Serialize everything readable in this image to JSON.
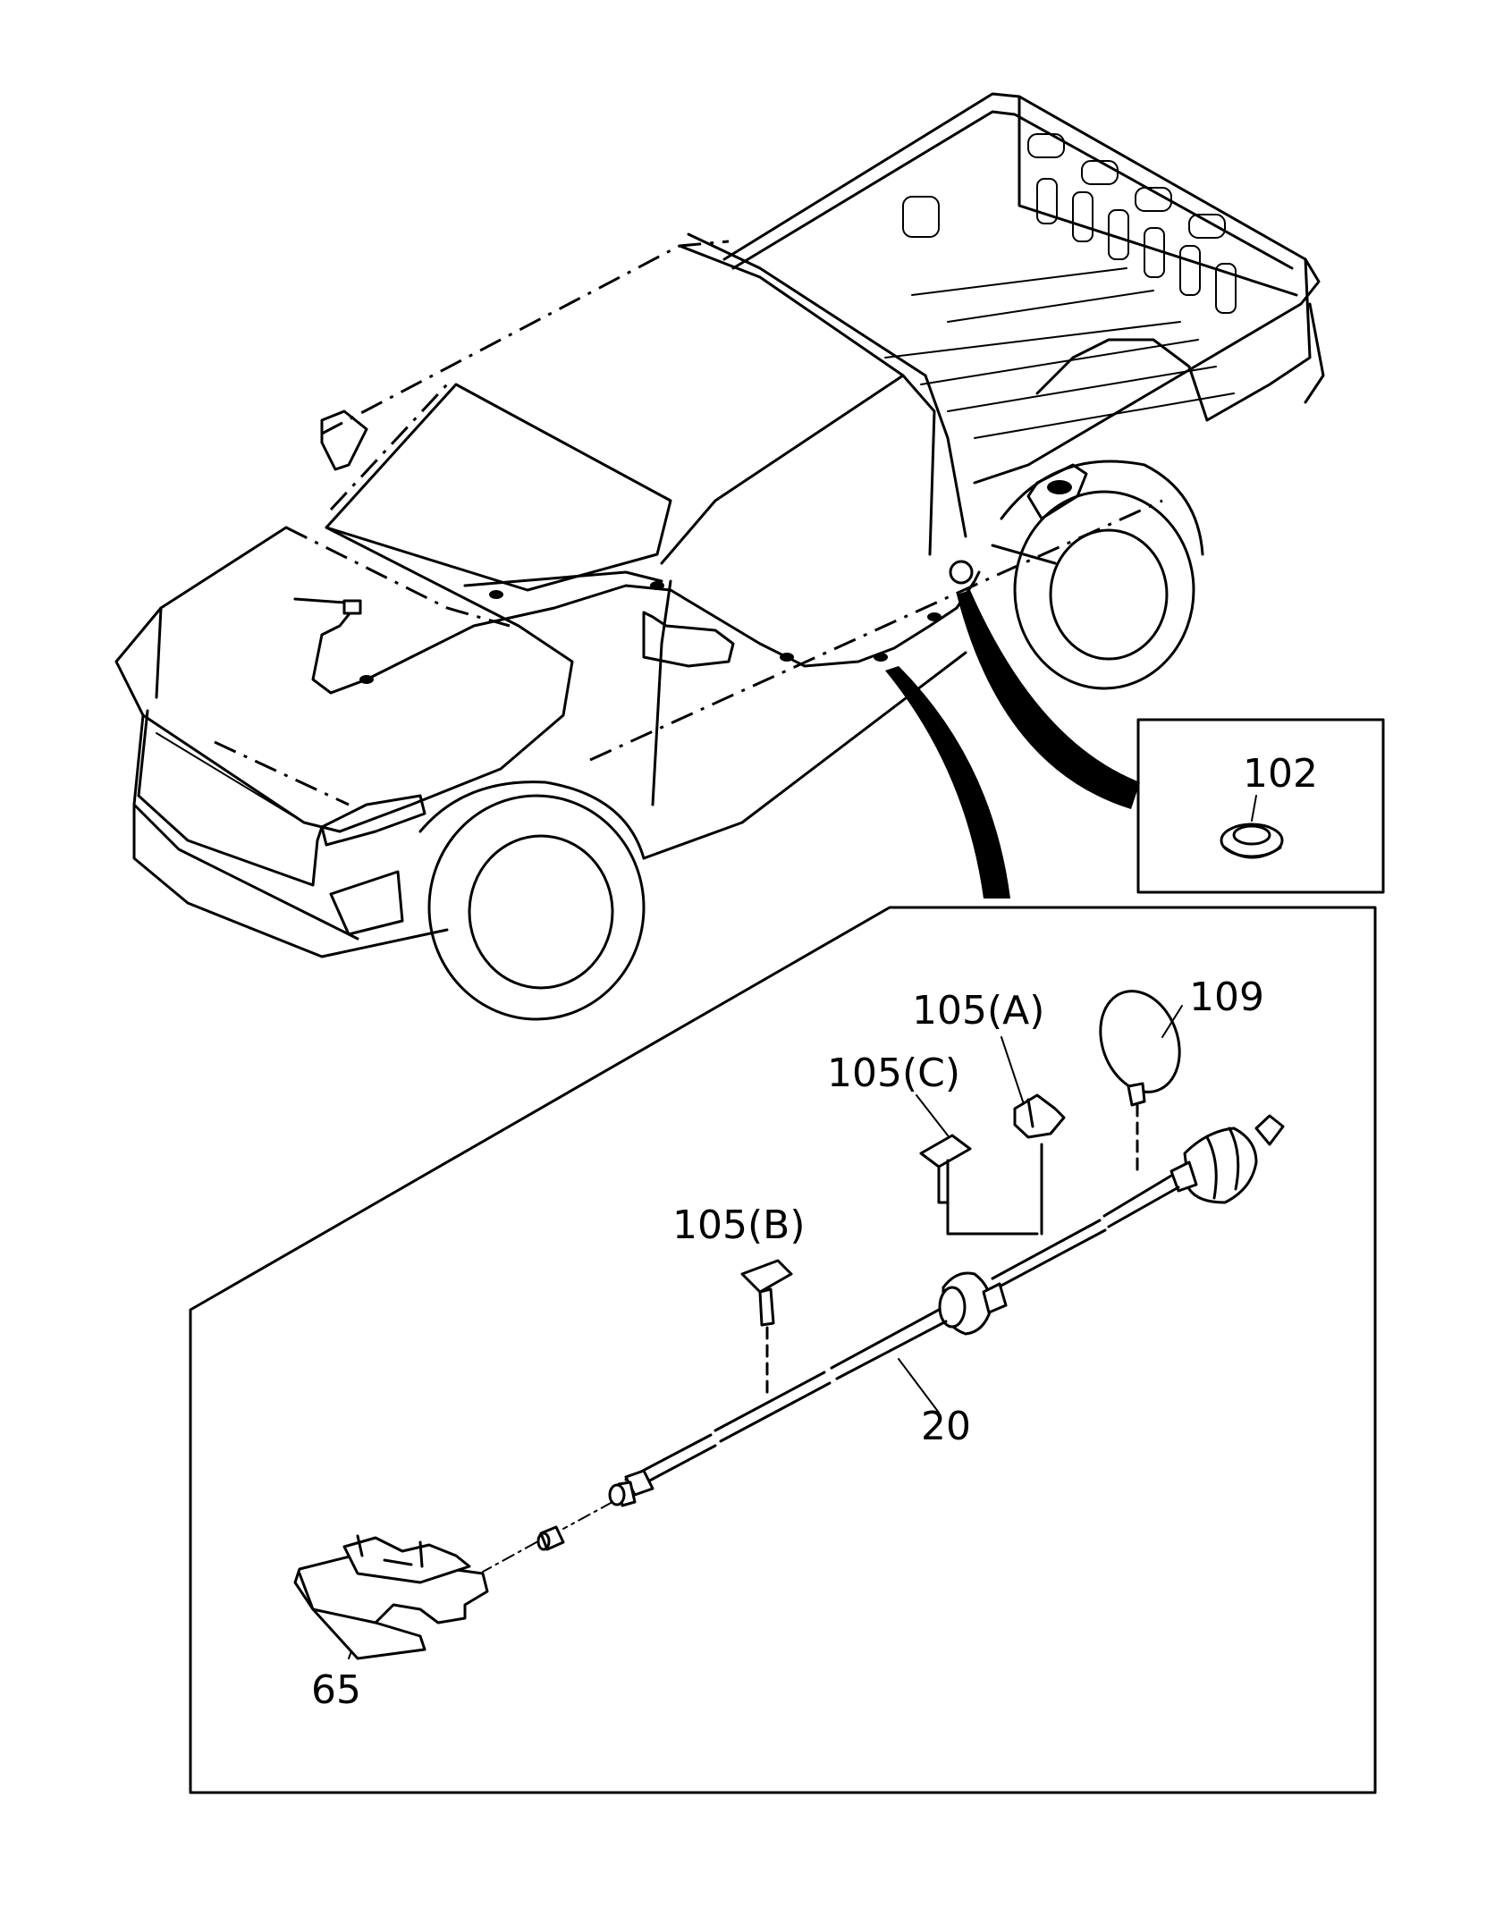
{
  "diagram": {
    "callouts": {
      "c102": "102",
      "c109": "109",
      "c105a": "105(A)",
      "c105c": "105(C)",
      "c105b": "105(B)",
      "c20": "20",
      "c65": "65"
    },
    "line_color": "#000000",
    "background": "#ffffff"
  }
}
